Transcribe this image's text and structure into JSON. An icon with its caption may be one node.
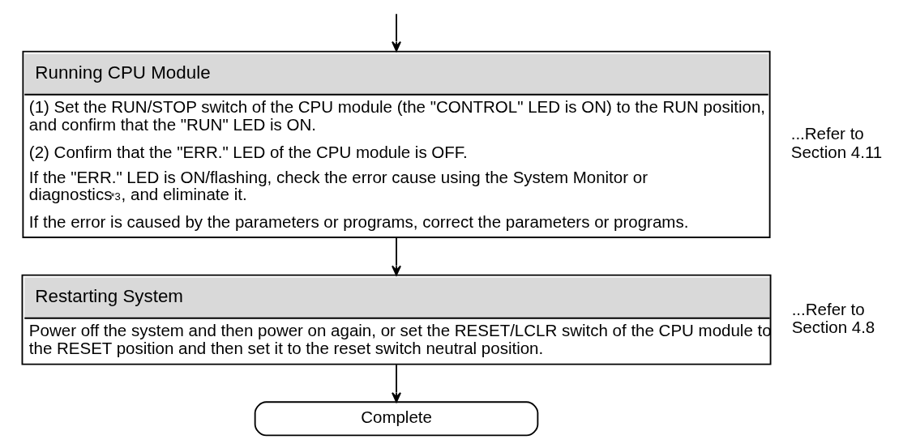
{
  "diagram": {
    "nodes": [
      {
        "text": [
          "Running CPU Module",
          "(1) Set the RUN/STOP switch of the CPU module (the \"CONTROL\" LED is ON) to the RUN position, and confirm that the \"RUN\" LED is ON.",
          "(2) Confirm that the \"ERR.\" LED of the CPU module is OFF.",
          "If the \"ERR.\" LED is ON/flashing, check the error cause using the System Monitor or diagnostics$^{*3}$, and eliminate it.",
          "If the error is caused by the parameters or programs, correct the parameters or programs."
        ],
        "beside": [
          "...Refer to Section 4.11"
        ]
      },
      {
        "text": [
          "Restarting System",
          "Power off the system and then power on again, or set the RESET/LCLR switch of the CPU module to the RESET position and then set it to the reset switch neutral position."
        ],
        "beside": [
          "...Refer to Section 4.8"
        ]
      },
      {
        "text": [
          "Complete"
        ]
      }
    ],
    "edges": [
      {
        "from": null,
        "to": 0,
        "arrow": "to"
      },
      {
        "from": 0,
        "to": 1,
        "arrow": "to"
      },
      {
        "from": 1,
        "to": 2,
        "arrow": "to"
      }
    ]
  }
}
